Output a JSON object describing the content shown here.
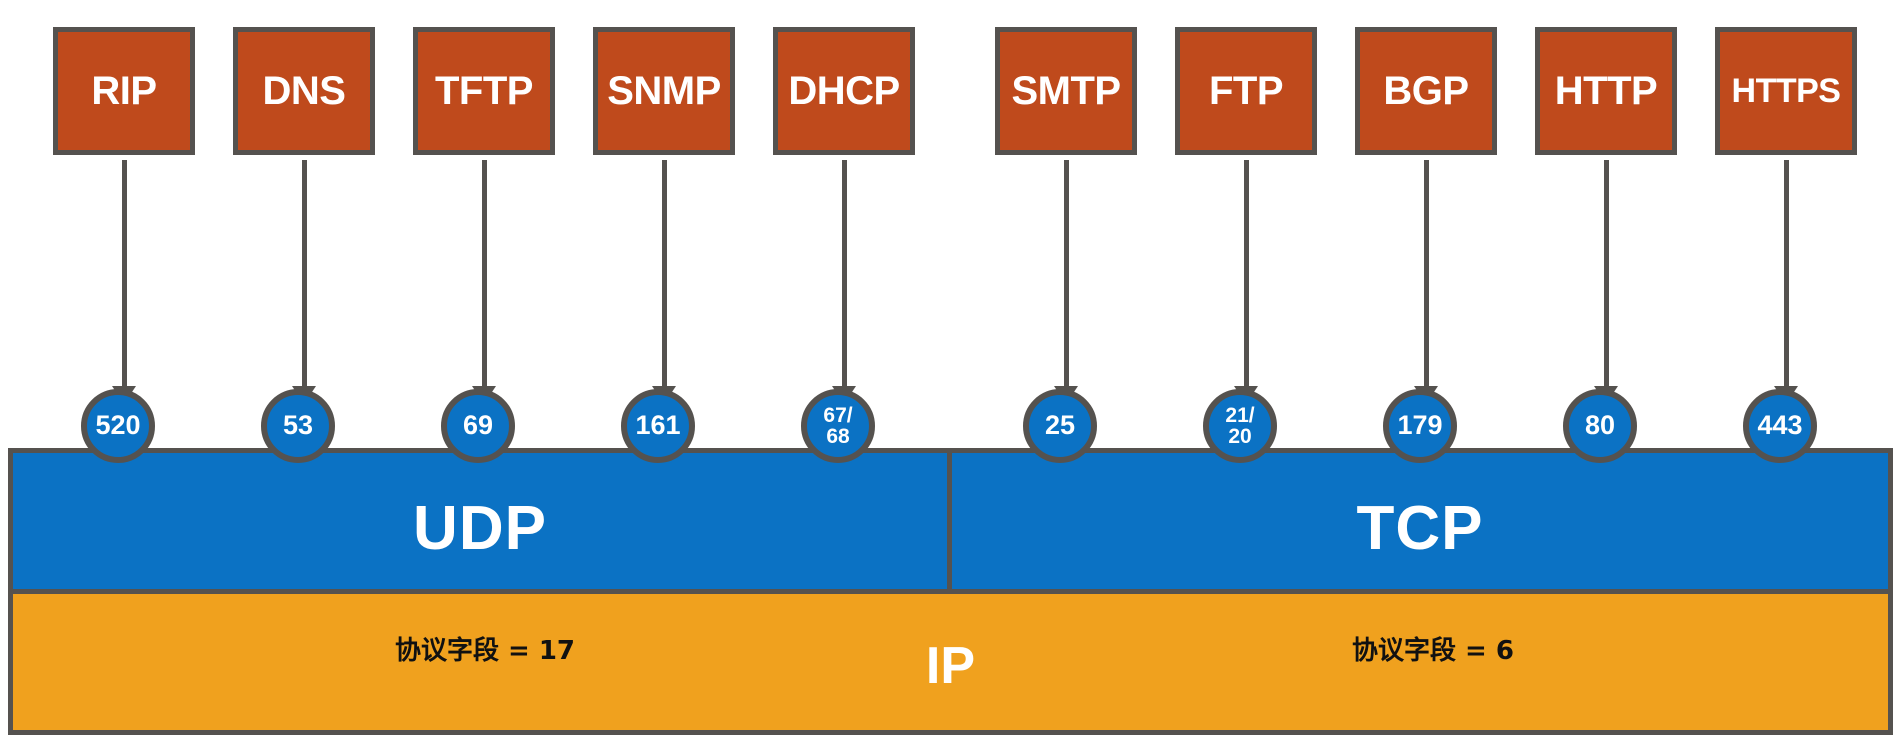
{
  "diagram": {
    "title": "TCP/IP protocol port mapping diagram",
    "colors": {
      "protocol_box": "#BF4A1C",
      "transport_band": "#0B72C4",
      "ip_band": "#F0A11E",
      "border": "#55524F",
      "text_light": "#FFFFFF",
      "text_dark": "#111111"
    }
  },
  "transport": {
    "udp": {
      "label": "UDP",
      "protocol_field_label": "协议字段 = 17"
    },
    "tcp": {
      "label": "TCP",
      "protocol_field_label": "协议字段 = 6"
    }
  },
  "network": {
    "ip": {
      "label": "IP"
    }
  },
  "protocols": [
    {
      "name": "RIP",
      "port_lines": [
        "520"
      ],
      "transport": "UDP"
    },
    {
      "name": "DNS",
      "port_lines": [
        "53"
      ],
      "transport": "UDP"
    },
    {
      "name": "TFTP",
      "port_lines": [
        "69"
      ],
      "transport": "UDP"
    },
    {
      "name": "SNMP",
      "port_lines": [
        "161"
      ],
      "transport": "UDP"
    },
    {
      "name": "DHCP",
      "port_lines": [
        "67/",
        "68"
      ],
      "transport": "UDP"
    },
    {
      "name": "SMTP",
      "port_lines": [
        "25"
      ],
      "transport": "TCP"
    },
    {
      "name": "FTP",
      "port_lines": [
        "21/",
        "20"
      ],
      "transport": "TCP"
    },
    {
      "name": "BGP",
      "port_lines": [
        "179"
      ],
      "transport": "TCP"
    },
    {
      "name": "HTTP",
      "port_lines": [
        "80"
      ],
      "transport": "TCP"
    },
    {
      "name": "HTTPS",
      "port_lines": [
        "443"
      ],
      "transport": "TCP"
    }
  ]
}
